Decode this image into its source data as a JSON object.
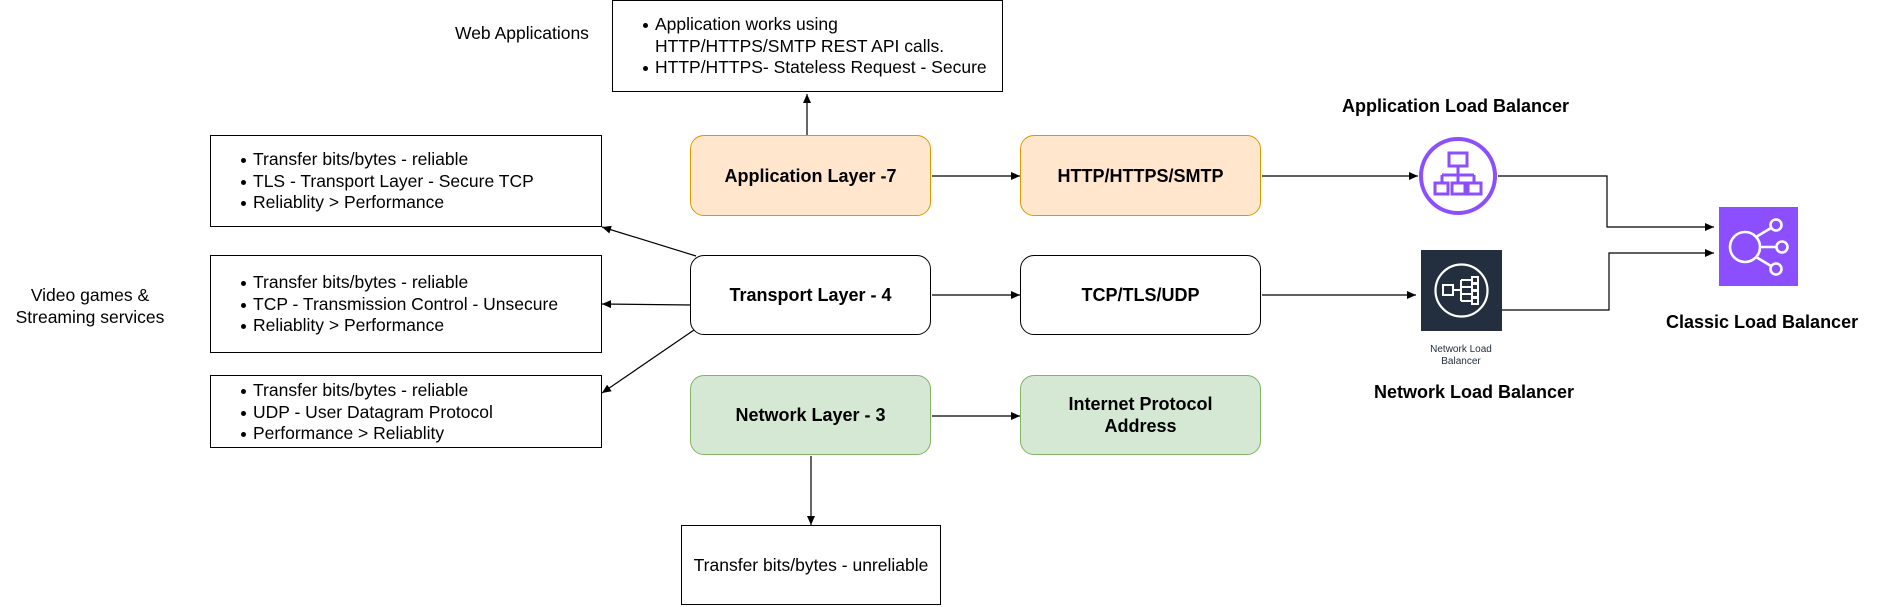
{
  "labels": {
    "web_applications": "Web Applications",
    "video_games": "Video games &",
    "streaming": "Streaming services",
    "alb": "Application Load Balancer",
    "nlb": "Network Load Balancer",
    "clb": "Classic Load Balancer",
    "nlb_icon_line1": "Network Load",
    "nlb_icon_line2": "Balancer"
  },
  "web_box": {
    "items": [
      "Application works using",
      "HTTP/HTTPS/SMTP REST API calls.",
      "HTTP/HTTPS- Stateless Request - Secure"
    ]
  },
  "tls_box": {
    "items": [
      "Transfer bits/bytes - reliable",
      "TLS - Transport Layer - Secure TCP",
      "Reliablity > Performance"
    ]
  },
  "tcp_box": {
    "items": [
      "Transfer bits/bytes - reliable",
      "TCP - Transmission Control - Unsecure",
      "Reliablity > Performance"
    ]
  },
  "udp_box": {
    "items": [
      "Transfer bits/bytes - reliable",
      "UDP - User Datagram Protocol",
      "Performance > Reliablity"
    ]
  },
  "unreliable_box": {
    "text": "Transfer bits/bytes - unreliable"
  },
  "layers": {
    "application": "Application Layer -7",
    "transport": "Transport Layer - 4",
    "network": "Network Layer - 3"
  },
  "protocols": {
    "http": "HTTP/HTTPS/SMTP",
    "tcp": "TCP/TLS/UDP",
    "ip_line1": "Internet Protocol",
    "ip_line2": "Address"
  },
  "colors": {
    "orange_fill": "#ffe6cc",
    "orange_stroke": "#d79b00",
    "green_fill": "#d5e8d4",
    "green_stroke": "#82b366",
    "elb_purple": "#8c4fff",
    "nlb_navy": "#232f3e"
  },
  "icons": {
    "alb": "application-load-balancer-icon",
    "nlb": "network-load-balancer-icon",
    "clb": "classic-load-balancer-icon"
  }
}
